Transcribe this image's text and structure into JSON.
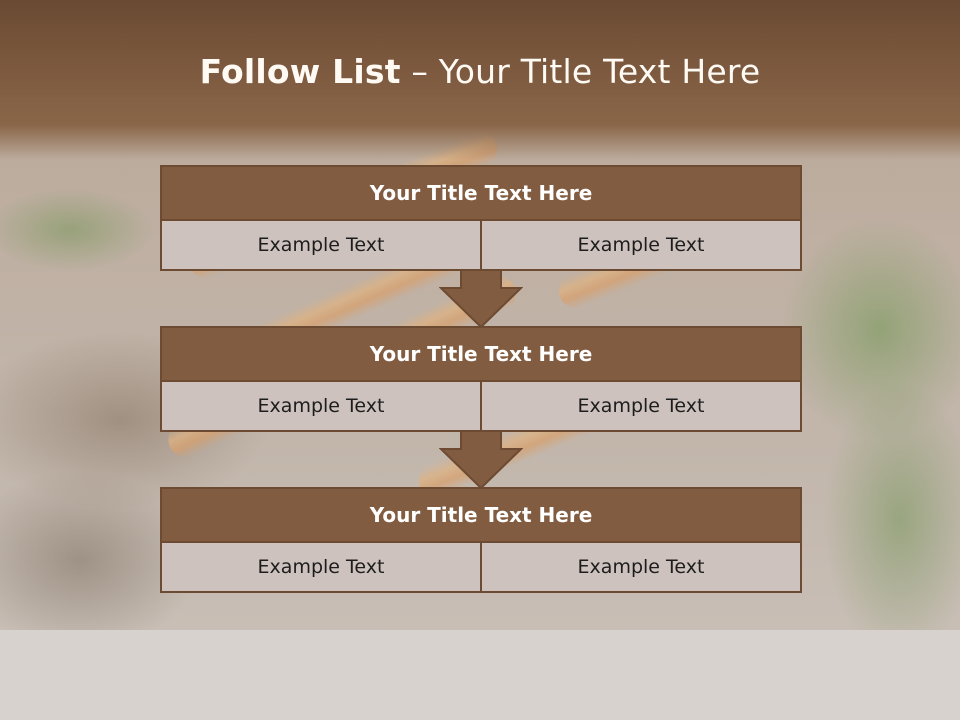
{
  "slide": {
    "title_bold": "Follow List",
    "title_rest": " – Your Title Text Here"
  },
  "steps": [
    {
      "title": "Your Title Text Here",
      "left": "Example Text",
      "right": "Example Text"
    },
    {
      "title": "Your Title Text Here",
      "left": "Example Text",
      "right": "Example Text"
    },
    {
      "title": "Your Title Text Here",
      "left": "Example Text",
      "right": "Example Text"
    }
  ],
  "colors": {
    "header_fill": "#825c40",
    "cell_fill": "#cdc2bd",
    "border": "#6d4b32",
    "top_band": "#7d5a3f",
    "background": "#d7d2ce"
  },
  "icons": [
    "down-arrow-icon"
  ]
}
